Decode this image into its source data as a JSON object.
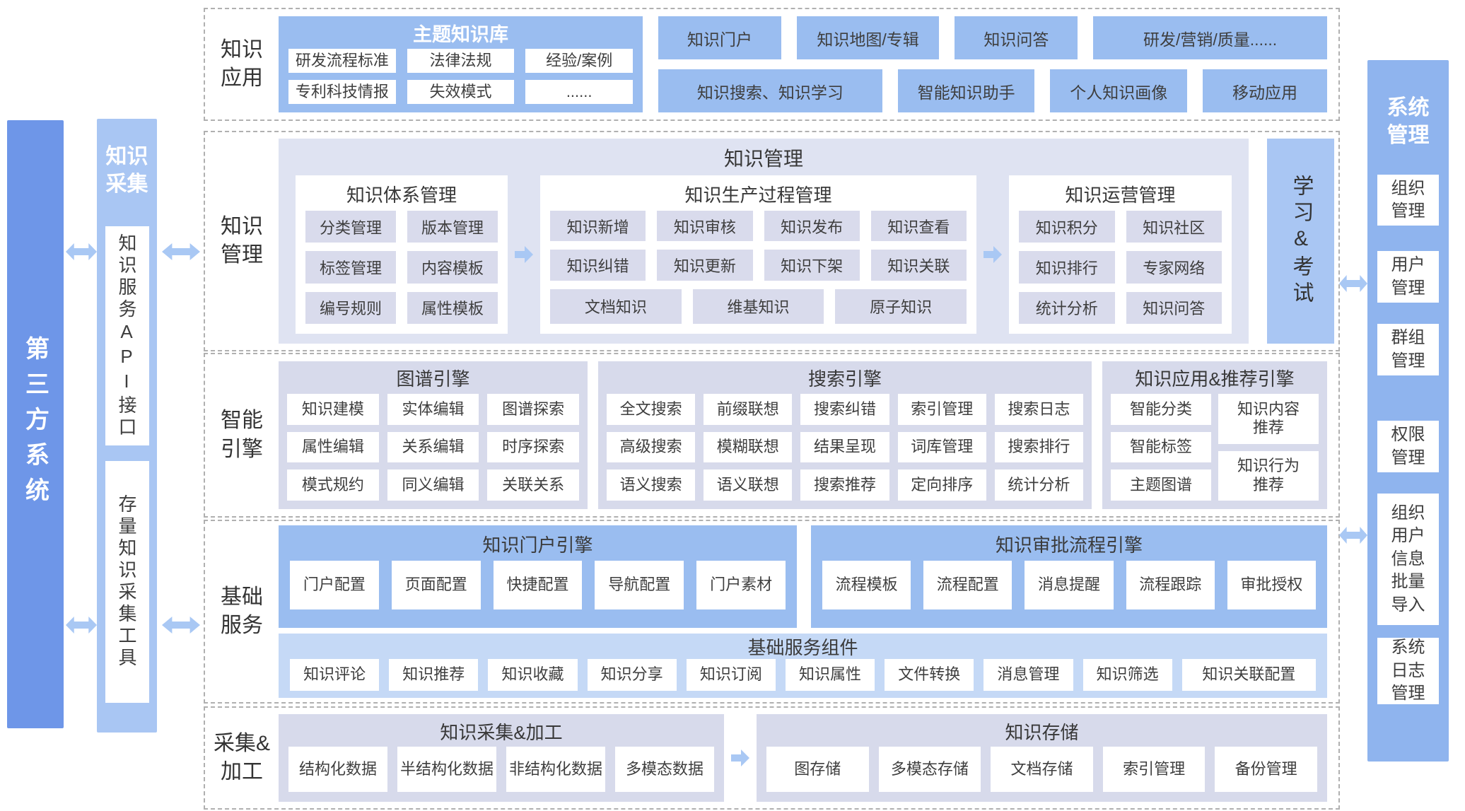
{
  "palette": {
    "blue-strong": "#6e96e8",
    "blue-mid": "#9abdf0",
    "blue-soft": "#a9c6f3",
    "blue-pale": "#c5d9f6",
    "lav": "#d7daeb",
    "lav-pale": "#dfe3f2",
    "box-lav": "#d9dbec",
    "arrow": "#a9c8f4",
    "ink": "#3e3e3e"
  },
  "left": {
    "third_party": "第三方系统",
    "collect": {
      "title": "知识\n采集",
      "items": [
        "知识服务API接口",
        "存量知识采集工具"
      ]
    }
  },
  "right": {
    "title": "系统\n管理",
    "items": [
      "组织\n管理",
      "用户\n管理",
      "群组\n管理",
      "权限\n管理",
      "组织\n用户\n信息\n批量\n导入",
      "系统\n日志\n管理"
    ]
  },
  "sections": {
    "app": {
      "label": "知识\n应用",
      "repo": {
        "title": "主题知识库",
        "items": [
          "研发流程标准",
          "法律法规",
          "经验/案例",
          "专利科技情报",
          "失效模式",
          "......"
        ]
      },
      "buttons_row1": [
        "知识门户",
        "知识地图/专辑",
        "知识问答",
        "研发/营销/质量......"
      ],
      "buttons_row2": [
        "知识搜索、知识学习",
        "智能知识助手",
        "个人知识画像",
        "移动应用"
      ]
    },
    "mgmt": {
      "label": "知识\n管理",
      "title": "知识管理",
      "system_panel": {
        "title": "知识体系管理",
        "items": [
          "分类管理",
          "版本管理",
          "标签管理",
          "内容模板",
          "编号规则",
          "属性模板"
        ]
      },
      "process_panel": {
        "title": "知识生产过程管理",
        "items": [
          "知识新增",
          "知识审核",
          "知识发布",
          "知识查看",
          "知识纠错",
          "知识更新",
          "知识下架",
          "知识关联"
        ],
        "wide_items": [
          "文档知识",
          "维基知识",
          "原子知识"
        ]
      },
      "operation_panel": {
        "title": "知识运营管理",
        "items": [
          "知识积分",
          "知识社区",
          "知识排行",
          "专家网络",
          "统计分析",
          "知识问答"
        ]
      },
      "learning": "学习&考试"
    },
    "engine": {
      "label": "智能\n引擎",
      "graph_panel": {
        "title": "图谱引擎",
        "items": [
          "知识建模",
          "实体编辑",
          "图谱探索",
          "属性编辑",
          "关系编辑",
          "时序探索",
          "模式规约",
          "同义编辑",
          "关联关系"
        ]
      },
      "search_panel": {
        "title": "搜索引擎",
        "items": [
          "全文搜索",
          "前缀联想",
          "搜索纠错",
          "索引管理",
          "搜索日志",
          "高级搜索",
          "模糊联想",
          "结果呈现",
          "词库管理",
          "搜索排行",
          "语义搜索",
          "语义联想",
          "搜索推荐",
          "定向排序",
          "统计分析"
        ]
      },
      "reco_panel": {
        "title": "知识应用&推荐引擎",
        "items_left": [
          "智能分类",
          "智能标签",
          "主题图谱"
        ],
        "items_right": [
          "知识内容\n推荐",
          "知识行为\n推荐"
        ]
      }
    },
    "base": {
      "label": "基础\n服务",
      "portal": {
        "title": "知识门户引擎",
        "items": [
          "门户配置",
          "页面配置",
          "快捷配置",
          "导航配置",
          "门户素材"
        ]
      },
      "approval": {
        "title": "知识审批流程引擎",
        "items": [
          "流程模板",
          "流程配置",
          "消息提醒",
          "流程跟踪",
          "审批授权"
        ]
      },
      "components": {
        "title": "基础服务组件",
        "items": [
          "知识评论",
          "知识推荐",
          "知识收藏",
          "知识分享",
          "知识订阅",
          "知识属性",
          "文件转换",
          "消息管理",
          "知识筛选",
          "知识关联配置"
        ]
      }
    },
    "collect": {
      "label": "采集&\n加工",
      "gather": {
        "title": "知识采集&加工",
        "items": [
          "结构化数据",
          "半结构化数据",
          "非结构化数据",
          "多模态数据"
        ]
      },
      "storage": {
        "title": "知识存储",
        "items": [
          "图存储",
          "多模态存储",
          "文档存储",
          "索引管理",
          "备份管理"
        ]
      }
    }
  }
}
